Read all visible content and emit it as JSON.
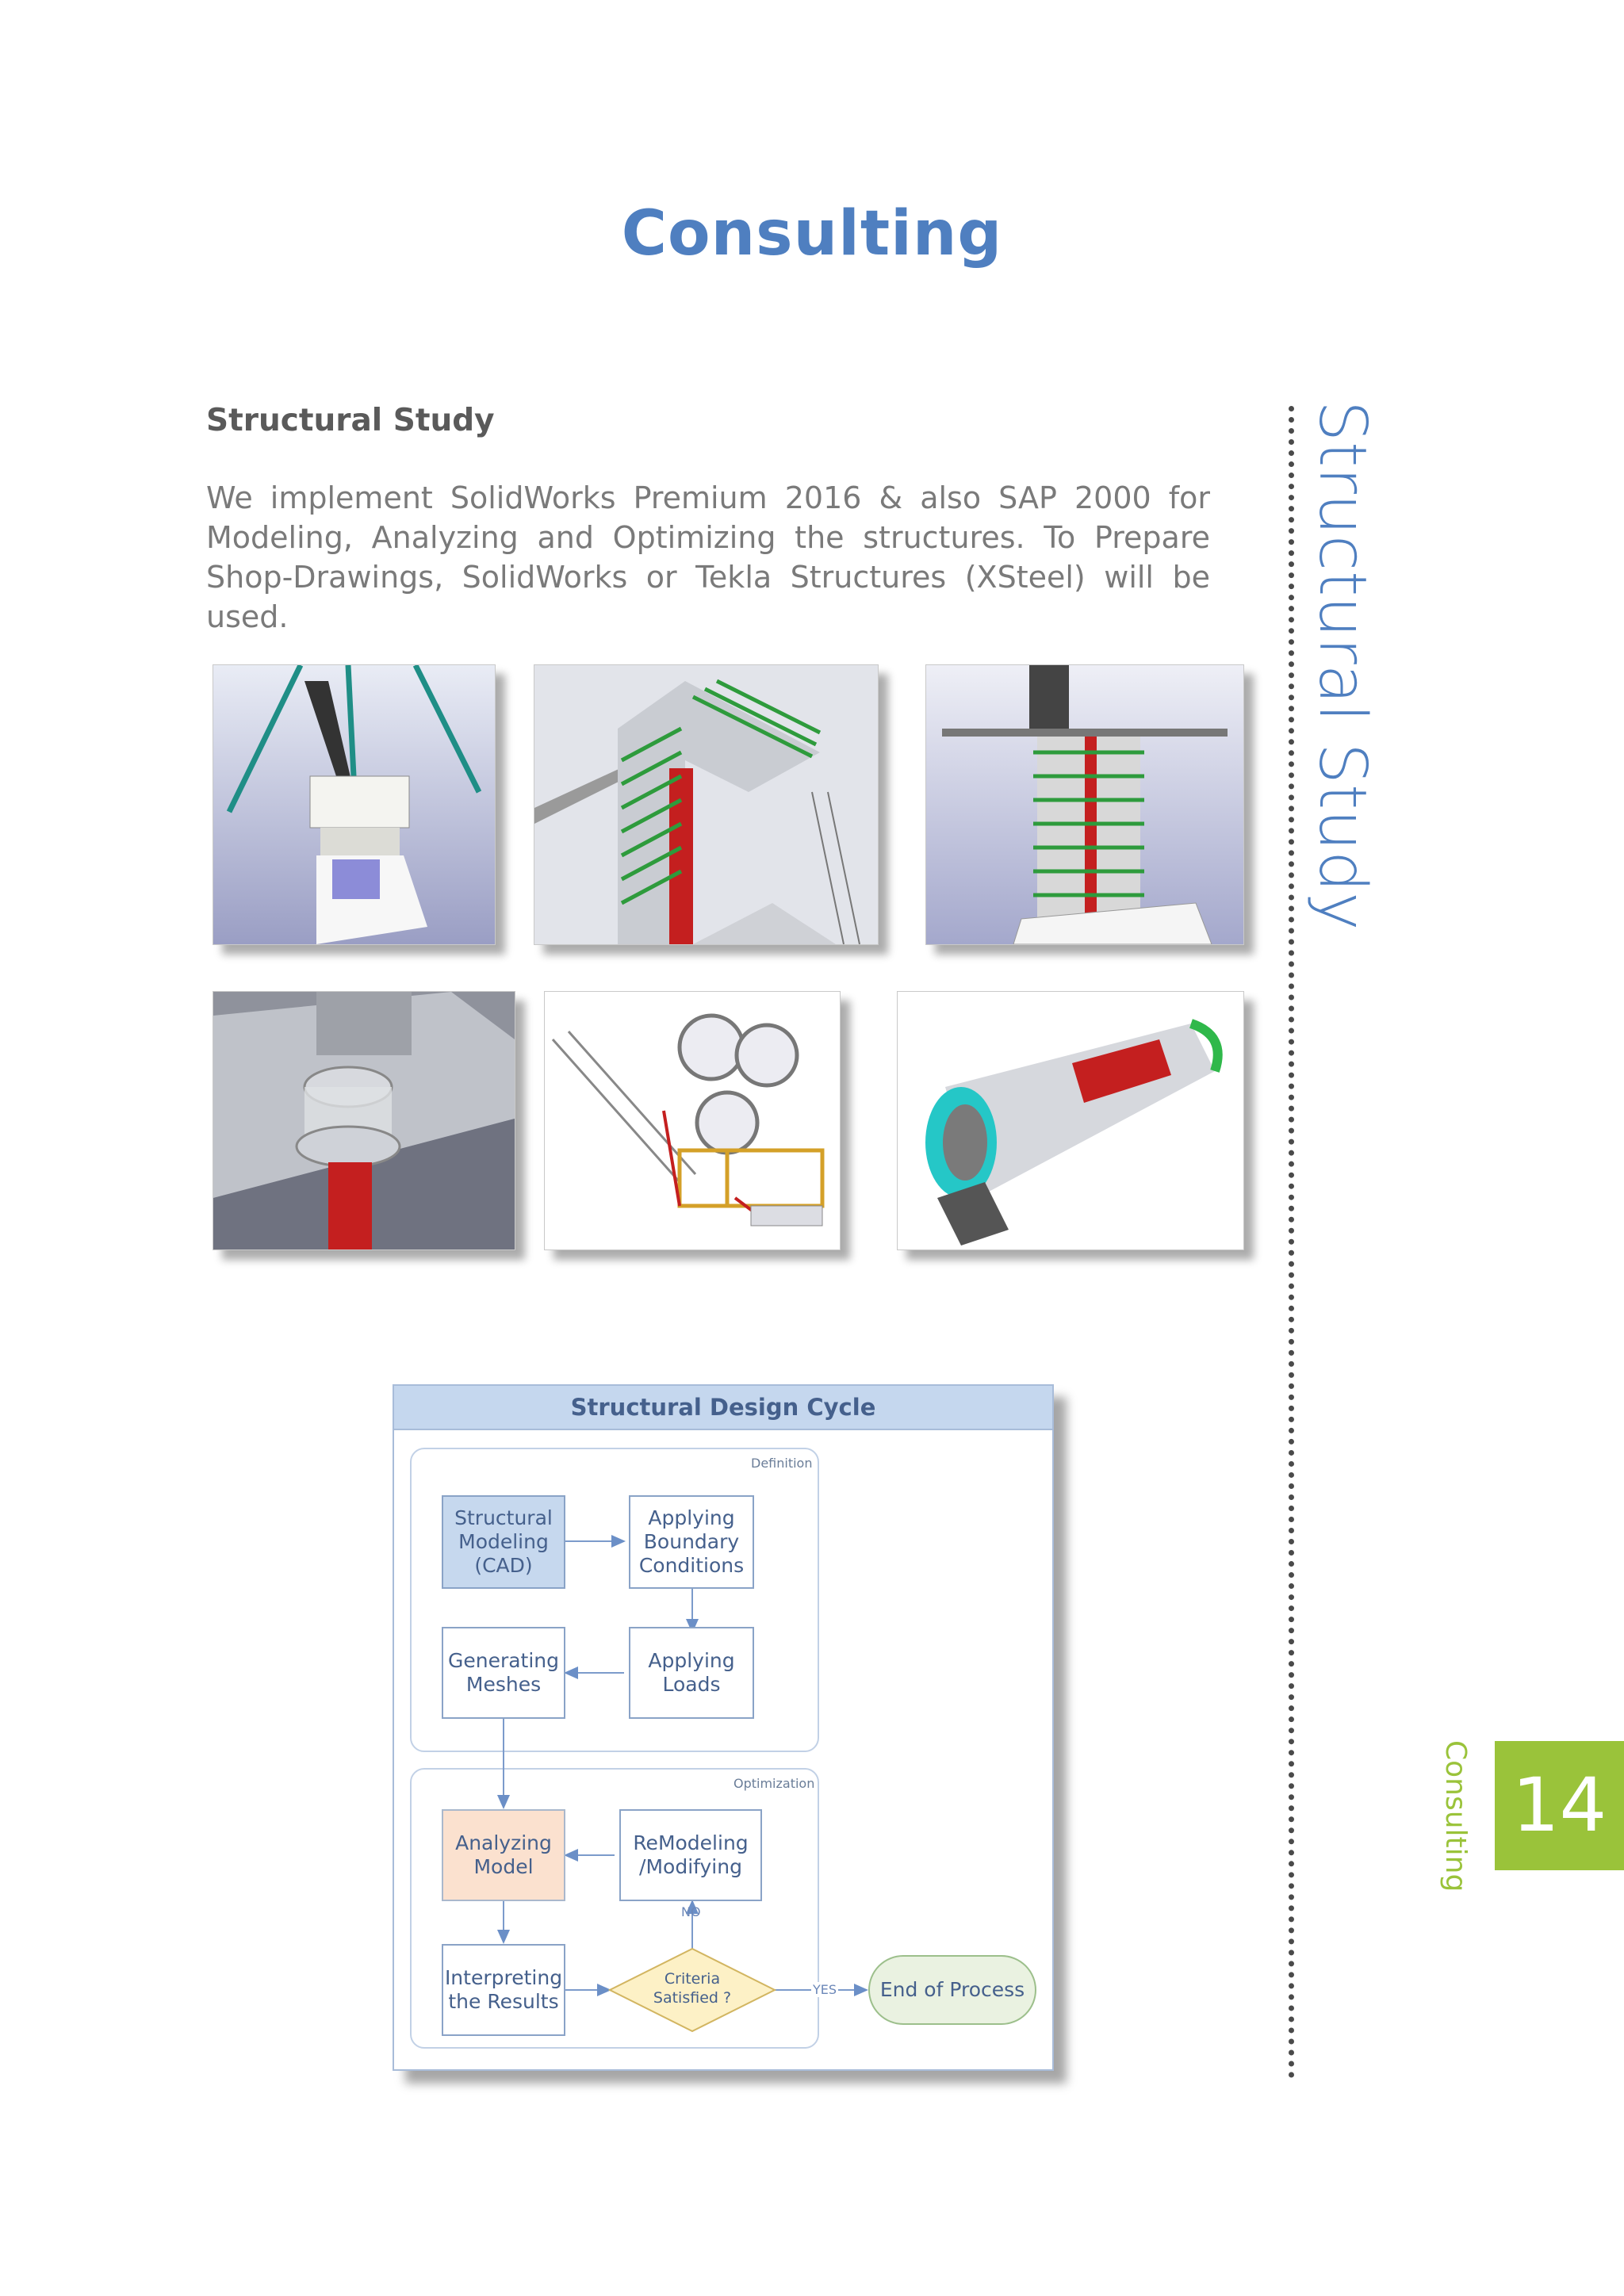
{
  "page": {
    "title": "Consulting",
    "side_title": "Structural Study",
    "side_section": "Consulting",
    "page_number": "14"
  },
  "section": {
    "heading": "Structural Study",
    "intro": "We implement SolidWorks Premium 2016 & also SAP 2000 for Modeling, Analyzing and Optimizing the structures. To Prepare Shop-Drawings, SolidWorks or Tekla Structures (XSteel) will be used."
  },
  "diagram": {
    "title": "Structural Design Cycle",
    "groups": {
      "definition": "Definition",
      "optimization": "Optimization"
    },
    "nodes": {
      "structural_modeling": [
        "Structural",
        "Modeling",
        "(CAD)"
      ],
      "applying_boundary": [
        "Applying",
        "Boundary",
        "Conditions"
      ],
      "generating_meshes": [
        "Generating",
        "Meshes"
      ],
      "applying_loads": [
        "Applying",
        "Loads"
      ],
      "analyzing_model": [
        "Analyzing",
        "Model"
      ],
      "remodeling": [
        "ReModeling",
        "/Modifying"
      ],
      "interpreting": [
        "Interpreting",
        "the Results"
      ],
      "criteria": [
        "Criteria",
        "Satisfied ?"
      ],
      "end": "End of Process"
    },
    "labels": {
      "no": "NO",
      "yes": "YES"
    }
  },
  "colors": {
    "accent_blue": "#4f7fc0",
    "accent_green": "#9ac33a"
  }
}
